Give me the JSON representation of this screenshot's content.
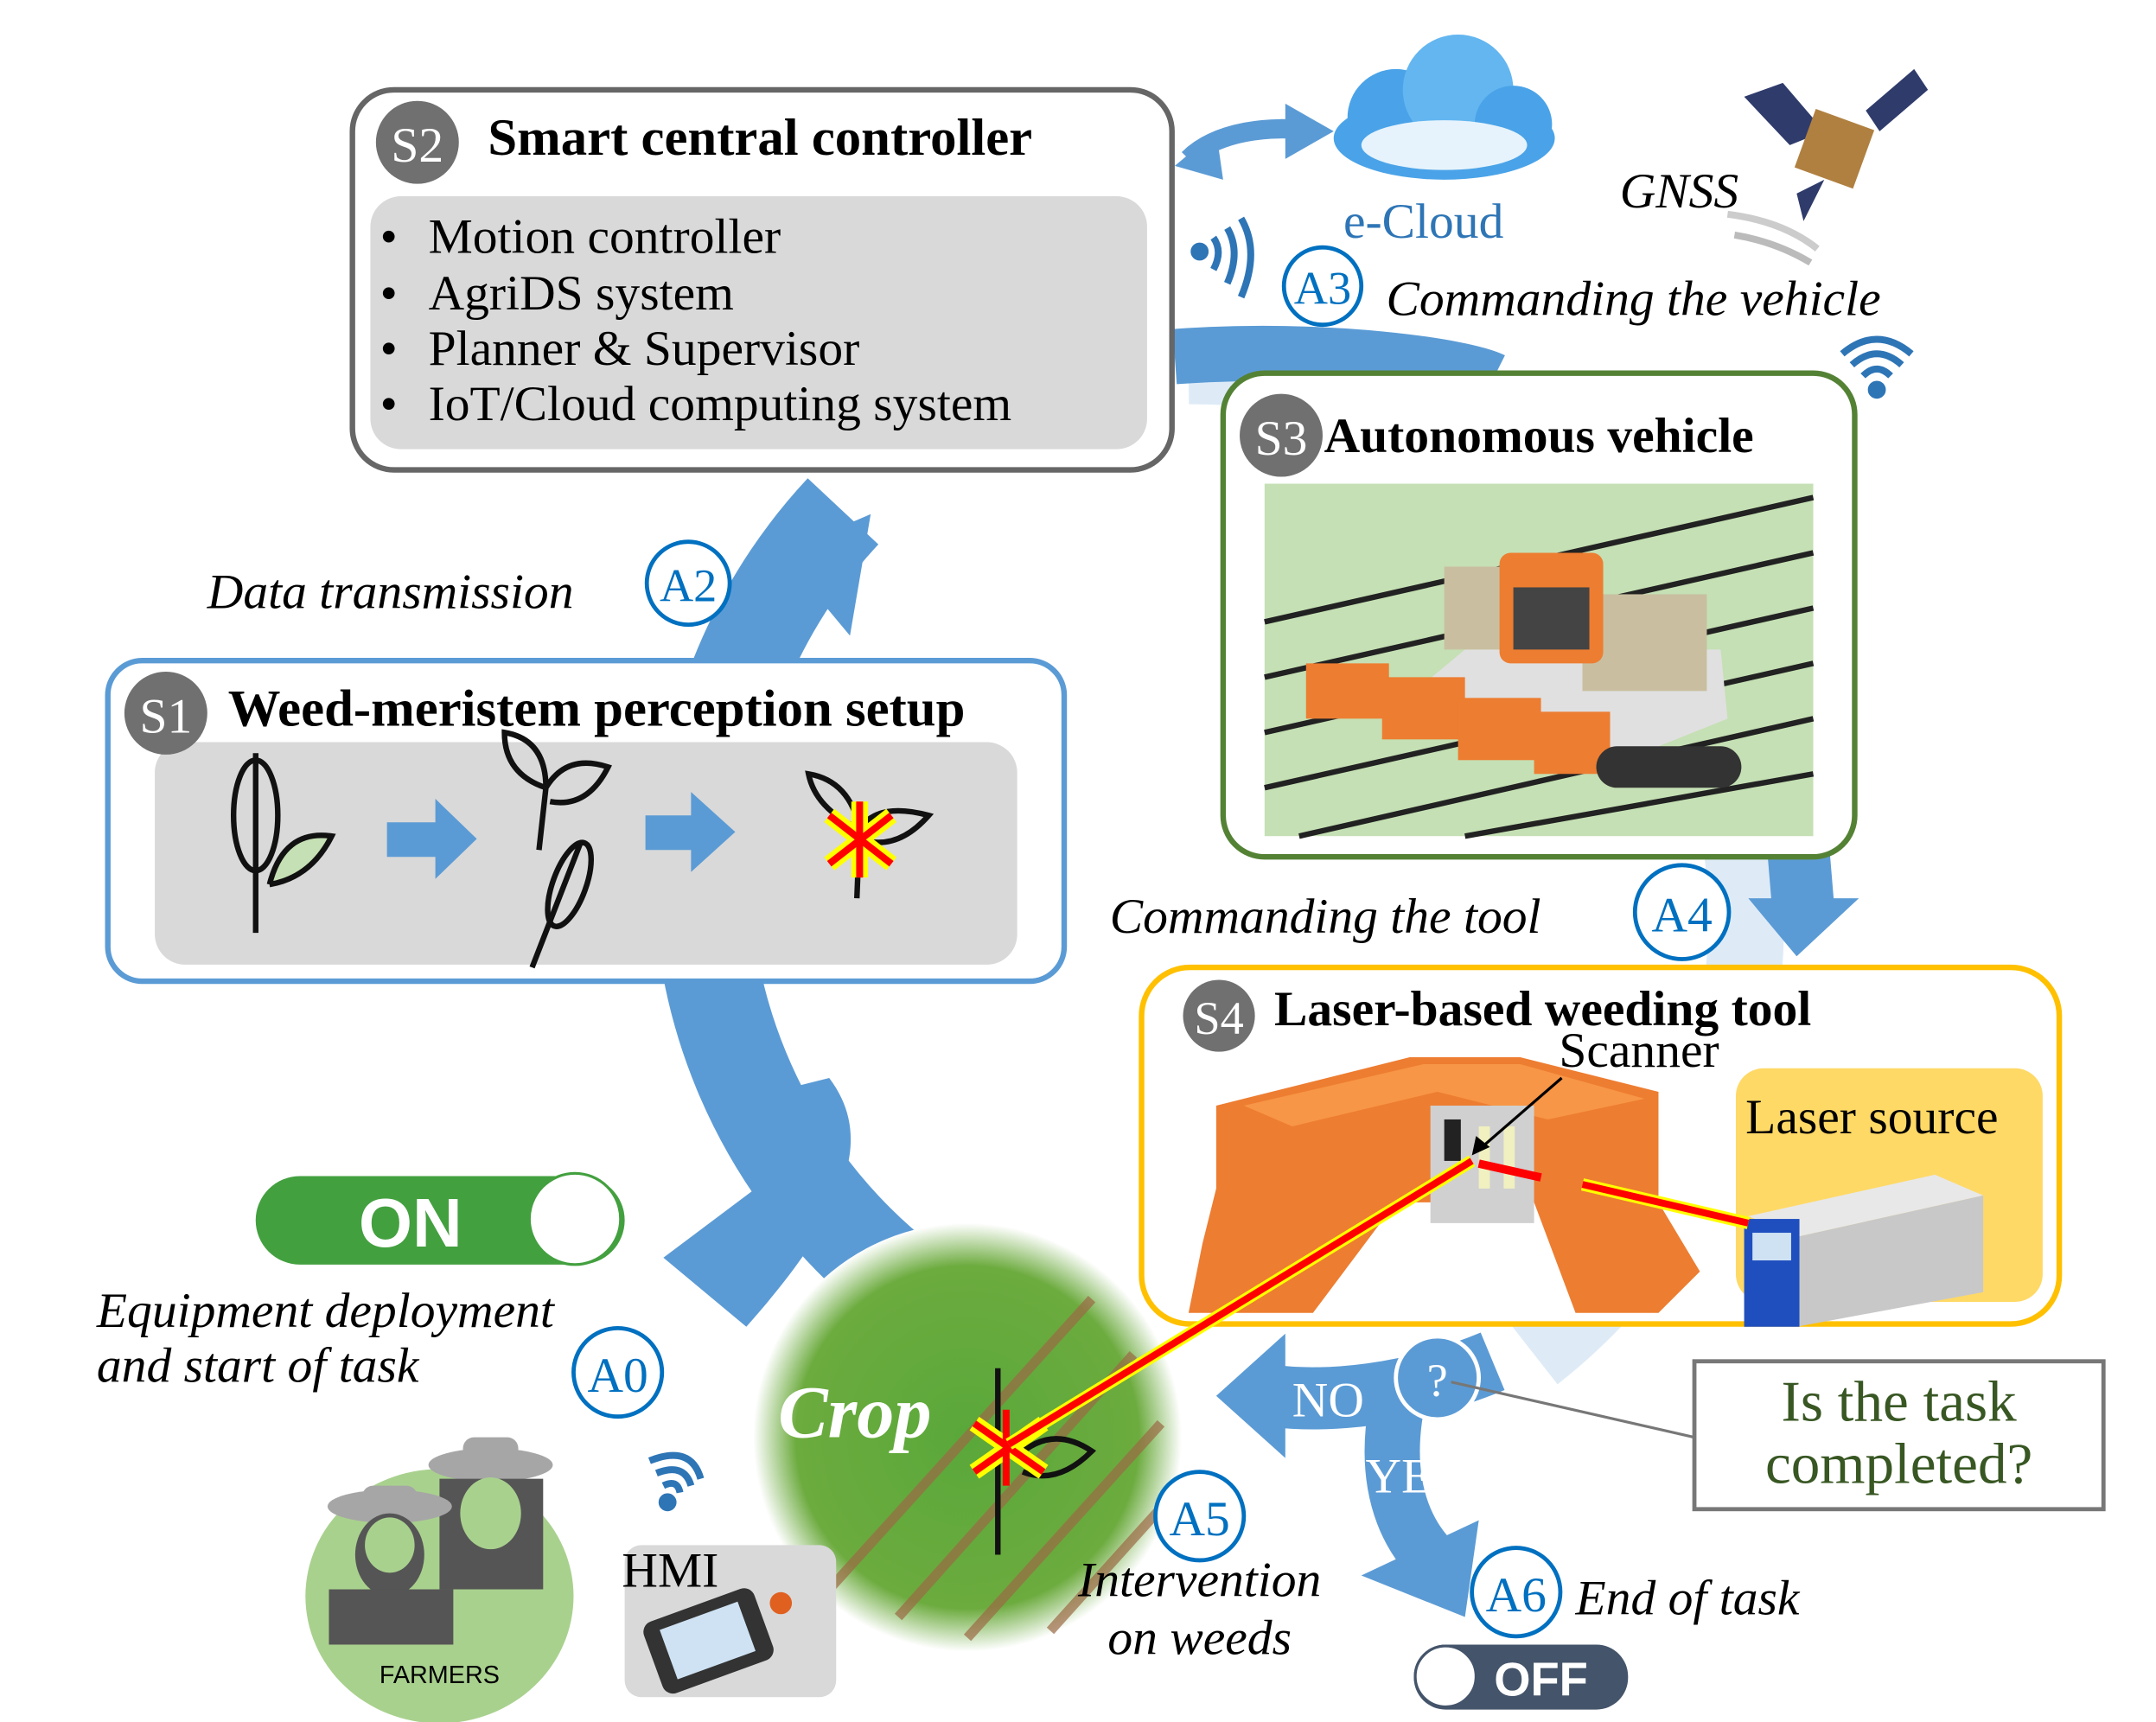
{
  "colors": {
    "arrow": "#5b9bd5",
    "arrow_light": "#deebf7",
    "badge": "#707070",
    "step_circle": "#0070c0",
    "s1": "#5b9bd5",
    "s3": "#548235",
    "s4": "#ffc000",
    "on": "#43a03f",
    "off": "#44546a",
    "question_text": "#385723",
    "laser": "#ff0000"
  },
  "s2": {
    "badge": "S2",
    "title": "Smart central controller",
    "items": [
      "Motion controller",
      "AgriDS system",
      "Planner & Supervisor",
      "IoT/Cloud computing system"
    ]
  },
  "cloud": {
    "label": "e-Cloud",
    "icon": "cloud-icon"
  },
  "gnss": {
    "label": "GNSS",
    "icon": "satellite-icon"
  },
  "a3": {
    "badge": "A3",
    "label": "Commanding the vehicle"
  },
  "a2": {
    "badge": "A2",
    "label": "Data transmission"
  },
  "s3": {
    "badge": "S3",
    "title": "Autonomous vehicle"
  },
  "s1": {
    "badge": "S1",
    "title": "Weed-meristem perception setup"
  },
  "a4": {
    "badge": "A4",
    "label": "Commanding the tool"
  },
  "s4": {
    "badge": "S4",
    "title": "Laser-based weeding tool",
    "scanner": "Scanner",
    "laser_source": "Laser source"
  },
  "on_toggle": {
    "label": "ON"
  },
  "a0": {
    "badge": "A0",
    "line1": "Equipment  deployment",
    "line2": "and start of task"
  },
  "crop": {
    "label": "Crop"
  },
  "decision": {
    "no": "NO",
    "yes": "YES",
    "mark": "?",
    "question_line1": "Is the task",
    "question_line2": "completed?"
  },
  "a5": {
    "badge": "A5",
    "line1": "Intervention",
    "line2": "on weeds"
  },
  "a6": {
    "badge": "A6",
    "label": "End of task"
  },
  "off_toggle": {
    "label": "OFF"
  },
  "farmers": {
    "label": "FARMERS"
  },
  "hmi": {
    "label": "HMI"
  }
}
